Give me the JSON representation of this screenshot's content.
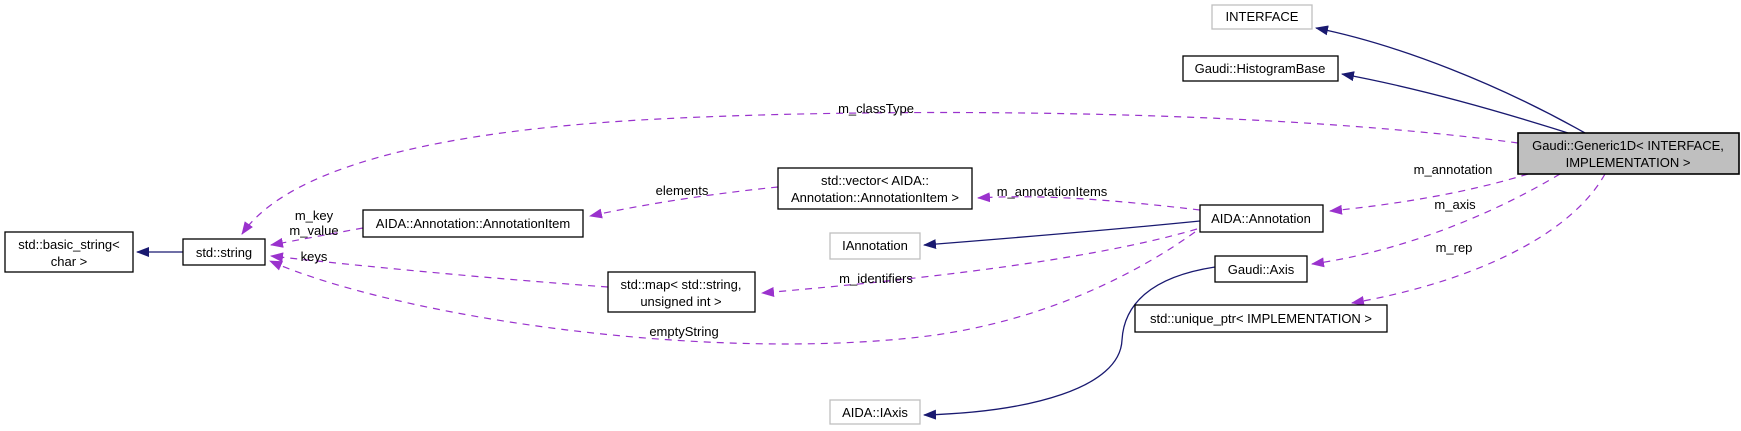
{
  "colors": {
    "inheritance_edge": "#191970",
    "usage_edge": "#9a32cd",
    "main_node_fill": "#bfbfbf",
    "node_fill": "#ffffff",
    "node_border": "#000000",
    "external_node_border": "#bfbfbf",
    "text": "#000000",
    "background": "#ffffff"
  },
  "nodes": {
    "generic1d": {
      "line1": "Gaudi::Generic1D< INTERFACE,",
      "line2": "IMPLEMENTATION >"
    },
    "interface": {
      "label": "INTERFACE"
    },
    "histogram_base": {
      "label": "Gaudi::HistogramBase"
    },
    "vector_annotation_item": {
      "line1": "std::vector< AIDA::",
      "line2": "Annotation::AnnotationItem >"
    },
    "aida_annotation": {
      "label": "AIDA::Annotation"
    },
    "iannotation": {
      "label": "IAnnotation"
    },
    "annotation_item": {
      "label": "AIDA::Annotation::AnnotationItem"
    },
    "basic_string": {
      "line1": "std::basic_string<",
      "line2": "char >"
    },
    "std_string": {
      "label": "std::string"
    },
    "std_map": {
      "line1": "std::map< std::string,",
      "line2": "unsigned int >"
    },
    "gaudi_axis": {
      "label": "Gaudi::Axis"
    },
    "unique_ptr": {
      "label": "std::unique_ptr< IMPLEMENTATION >"
    },
    "aida_iaxis": {
      "label": "AIDA::IAxis"
    }
  },
  "edge_labels": {
    "m_classType": "m_classType",
    "m_annotation": "m_annotation",
    "m_axis": "m_axis",
    "m_rep": "m_rep",
    "m_annotationItems": "m_annotationItems",
    "m_identifiers": "m_identifiers",
    "emptyString": "emptyString",
    "elements": "elements",
    "m_key": "m_key",
    "m_value": "m_value",
    "keys": "keys"
  }
}
